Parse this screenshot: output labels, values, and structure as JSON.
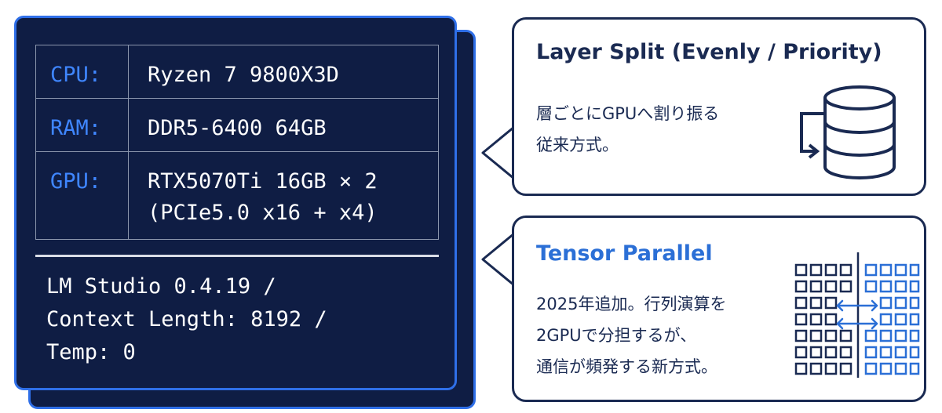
{
  "specs": {
    "rows": [
      {
        "key": "CPU:",
        "value_lines": [
          "Ryzen 7 9800X3D"
        ]
      },
      {
        "key": "RAM:",
        "value_lines": [
          "DDR5-6400 64GB"
        ]
      },
      {
        "key": "GPU:",
        "value_lines": [
          "RTX5070Ti 16GB × 2",
          "(PCIe5.0 x16 + x4)"
        ]
      }
    ],
    "footer_lines": [
      "LM Studio 0.4.19 /",
      "Context Length: 8192 /",
      "Temp: 0"
    ]
  },
  "callouts": [
    {
      "title": "Layer Split (Evenly / Priority)",
      "text_lines": [
        "層ごとにGPUへ割り振る",
        "従来方式。"
      ],
      "icon": "database-icon"
    },
    {
      "title": "Tensor Parallel",
      "text_lines": [
        "2025年追加。行列演算を",
        "2GPUで分担するが、",
        "通信が頻発する新方式。"
      ],
      "icon": "split-grid-icon"
    }
  ],
  "colors": {
    "panel_bg": "#0f1d44",
    "panel_border": "#2f6fe8",
    "spec_key": "#3f86ff",
    "callout_border": "#1a2a52",
    "accent_blue": "#2b6fd6"
  }
}
